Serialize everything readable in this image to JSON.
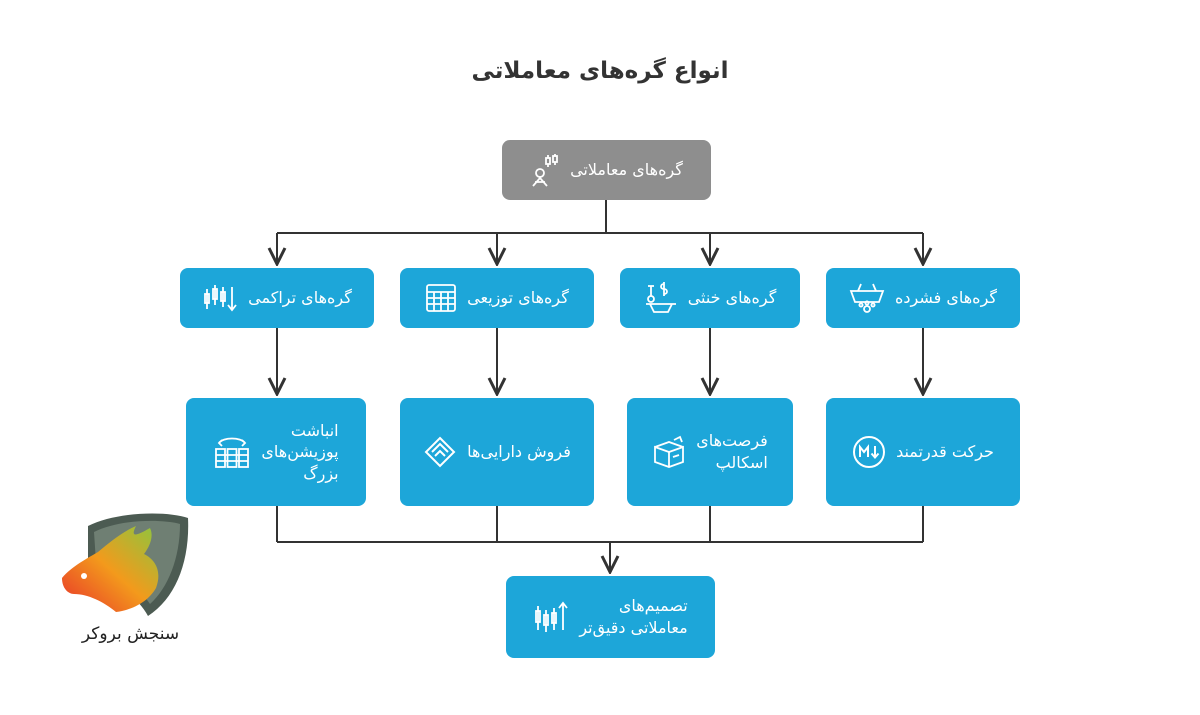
{
  "title": "انواع گره‌های معاملاتی",
  "root": {
    "label": "گره‌های معاملاتی",
    "icon": "candlestick-person-icon"
  },
  "types": [
    {
      "label": "گره‌های فشرده",
      "icon": "basket-paw-icon"
    },
    {
      "label": "گره‌های خنثی",
      "icon": "balance-scale-icon"
    },
    {
      "label": "گره‌های توزیعی",
      "icon": "spreadsheet-grid-icon"
    },
    {
      "label": "گره‌های تراکمی",
      "icon": "candlestick-down-arrow-icon"
    }
  ],
  "effects": [
    {
      "label": "حرکت قدرتمند",
      "icon": "markdown-down-icon"
    },
    {
      "label": "فرصت‌های\nاسکالپ",
      "icon": "open-box-icon"
    },
    {
      "label": "فروش دارایی‌ها",
      "icon": "stacked-layers-icon"
    },
    {
      "label": "انباشت\nپوزیشن‌های\nبزرگ",
      "icon": "stacked-blocks-arrows-icon"
    }
  ],
  "result": {
    "label": "تصمیم‌های\nمعاملاتی دقیق‌تر",
    "icon": "candlestick-up-arrow-icon"
  },
  "brand": {
    "name": "سنجش بروکر",
    "icon": "bull-shield-logo-icon"
  },
  "colors": {
    "box": "#1da6d9",
    "root": "#8e8e8e",
    "line": "#333333"
  }
}
